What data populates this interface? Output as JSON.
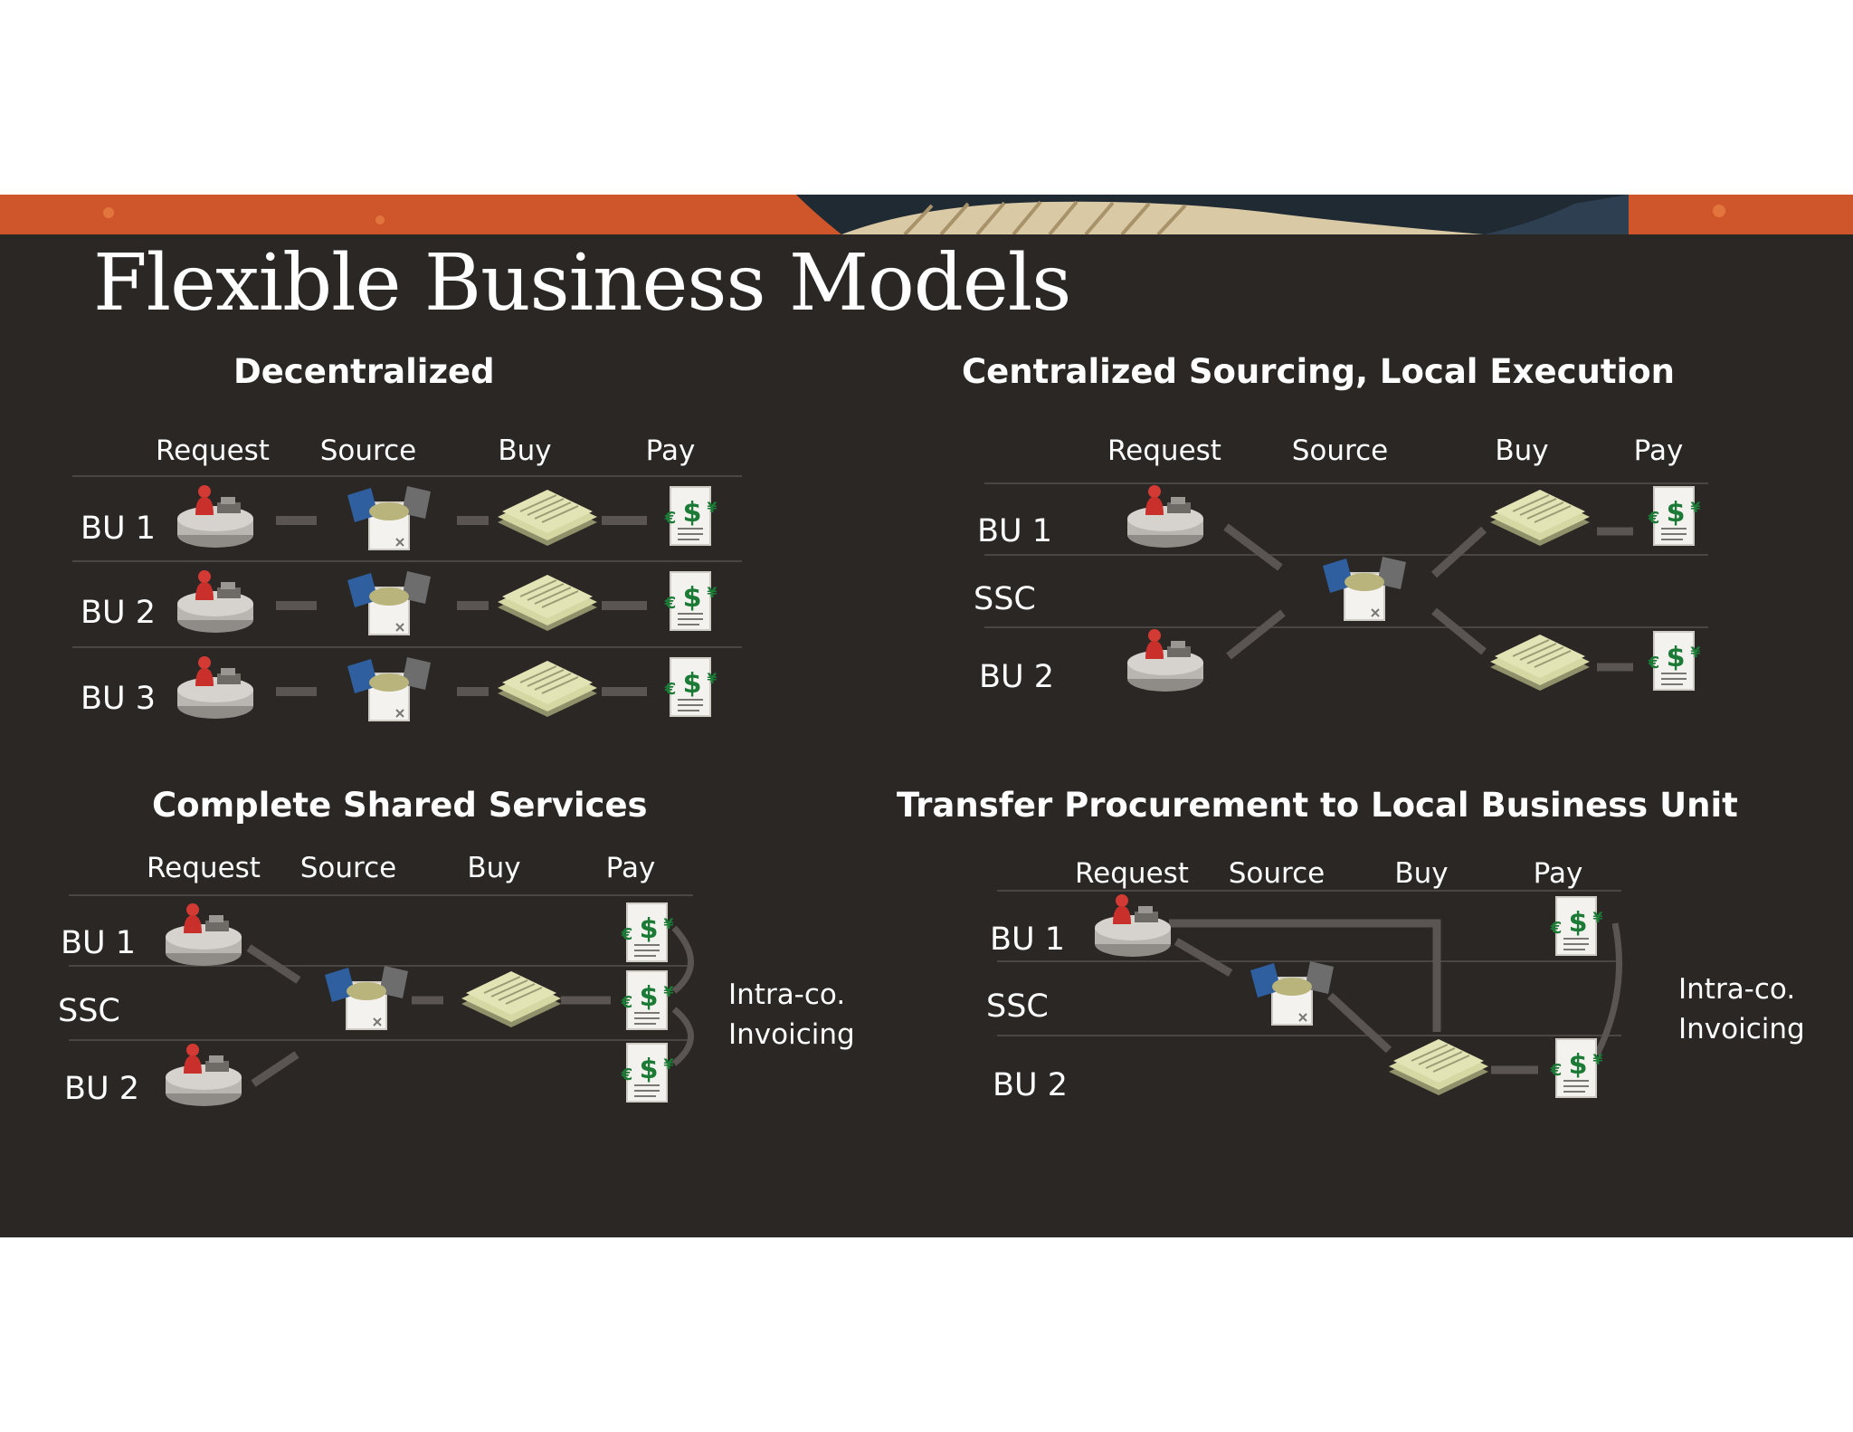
{
  "slide": {
    "title": "Flexible Business Models"
  },
  "colors": {
    "background": "#2a2725",
    "text": "#ffffff",
    "banner": "#d95d2e",
    "logo": "#e1503c",
    "money_green": "#1b7a35"
  },
  "icons": {
    "request": "requester-desk-icon",
    "source": "handshake-contract-icon",
    "buy": "purchase-documents-icon",
    "pay": "invoice-payment-icon",
    "logo": "oracle-logo-icon"
  },
  "panels": {
    "decentralized": {
      "title": "Decentralized",
      "columns": [
        "Request",
        "Source",
        "Buy",
        "Pay"
      ],
      "rows": [
        "BU 1",
        "BU 2",
        "BU 3"
      ]
    },
    "centralized": {
      "title": "Centralized Sourcing, Local Execution",
      "columns": [
        "Request",
        "Source",
        "Buy",
        "Pay"
      ],
      "rows": [
        "BU 1",
        "SSC",
        "BU 2"
      ]
    },
    "shared": {
      "title": "Complete Shared Services",
      "columns": [
        "Request",
        "Source",
        "Buy",
        "Pay"
      ],
      "rows": [
        "BU 1",
        "SSC",
        "BU 2"
      ],
      "note": [
        "Intra-co.",
        "Invoicing"
      ]
    },
    "transfer": {
      "title": "Transfer Procurement to Local Business Unit",
      "columns": [
        "Request",
        "Source",
        "Buy",
        "Pay"
      ],
      "rows": [
        "BU 1",
        "SSC",
        "BU 2"
      ],
      "note": [
        "Intra-co.",
        "Invoicing"
      ]
    }
  }
}
